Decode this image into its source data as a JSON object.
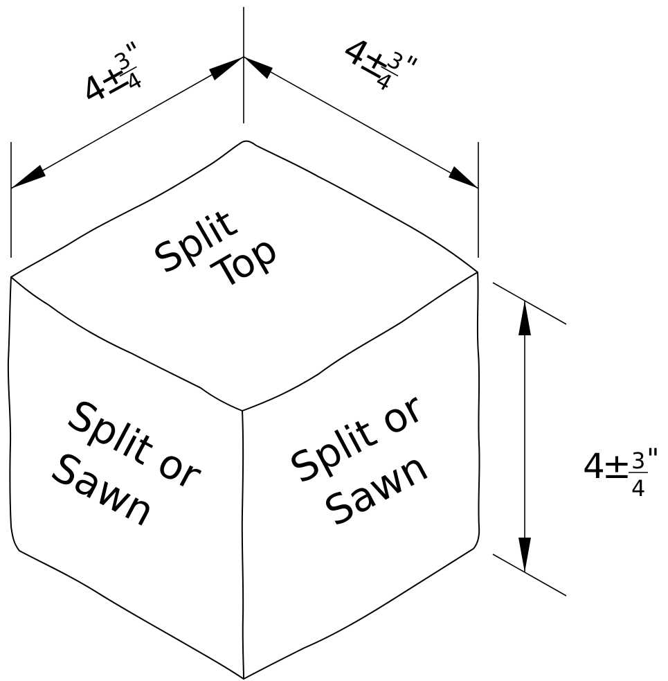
{
  "top_face": {
    "line1": "Split",
    "line2": "Top"
  },
  "left_face": {
    "line1": "Split or",
    "line2": "Sawn"
  },
  "right_face": {
    "line1": "Split or",
    "line2": "Sawn"
  },
  "dimensions": {
    "left_width": {
      "whole": "4",
      "pm": "±",
      "num": "3",
      "den": "4",
      "unit": "\""
    },
    "right_width": {
      "whole": "4",
      "pm": "±",
      "num": "3",
      "den": "4",
      "unit": "\""
    },
    "height": {
      "whole": "4",
      "pm": "±",
      "num": "3",
      "den": "4",
      "unit": "\""
    }
  },
  "colors": {
    "ink": "#000000",
    "paper": "#ffffff"
  }
}
